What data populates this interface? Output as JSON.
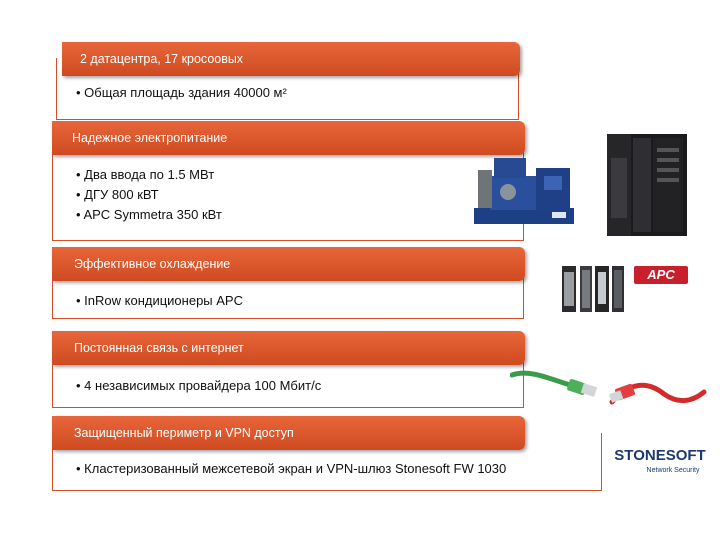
{
  "sections": [
    {
      "heading": "2 датацентра, 17 кросоовых",
      "items": [
        "Общая площадь здания 40000 м²"
      ]
    },
    {
      "heading": "Надежное электропитание",
      "items": [
        "Два ввода по 1.5 МВт",
        "ДГУ 800 кВТ",
        "APC Symmetra 350 кВт"
      ]
    },
    {
      "heading": "Эффективное охлаждение",
      "items": [
        "InRow кондиционеры APC"
      ]
    },
    {
      "heading": "Постоянная связь с интернет",
      "items": [
        "4 независимых провайдера 100 Мбит/с"
      ]
    },
    {
      "heading": "Защищенный периметр и VPN доступ",
      "items": [
        "Кластеризованный межсетевой экран и VPN-шлюз Stonesoft FW 1030"
      ]
    }
  ],
  "images": {
    "generator": "generator-photo",
    "ups": "ups-cabinet-photo",
    "cooling": "inrow-cooling-photo",
    "apc_logo": "APC",
    "cable_green": "ethernet-cable-green",
    "cable_red": "ethernet-cable-red",
    "stonesoft_logo": "STONESOFT",
    "stonesoft_tagline": "Network Security"
  },
  "colors": {
    "banner": "#d9542a",
    "border": "#d24f28"
  }
}
